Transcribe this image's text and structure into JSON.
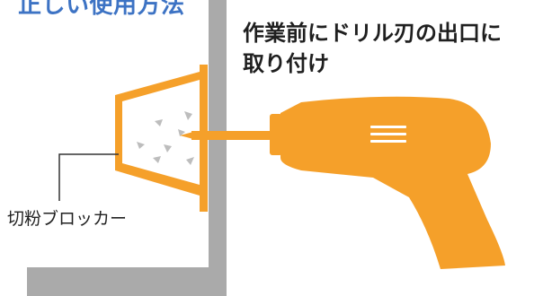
{
  "heading": {
    "text": "正しい使用方法"
  },
  "instruction": {
    "lines": [
      "作業前にドリル刃の出口に",
      "取り付け"
    ]
  },
  "labels": {
    "device": "切粉ブロッカー"
  },
  "icons": {
    "tool": "drill-icon",
    "dust": "debris-icon",
    "vents": "vent-lines-icon"
  },
  "colors": {
    "heading": "#3d73c4",
    "wall": "#aaaaaa",
    "accent": "#f5a02a",
    "text": "#1f1f1f"
  }
}
